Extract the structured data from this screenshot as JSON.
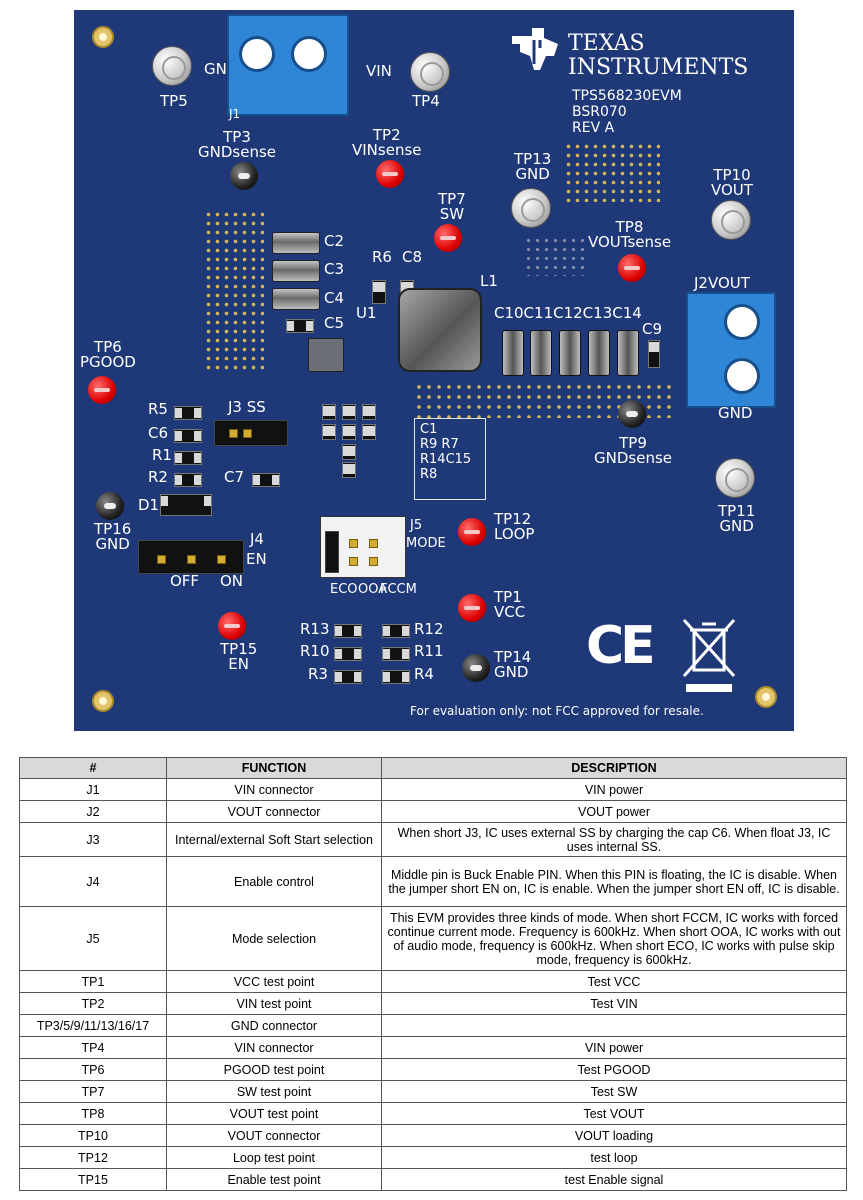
{
  "board": {
    "brand": [
      "TEXAS",
      "INSTRUMENTS"
    ],
    "model": "TPS568230EVM",
    "code": "BSR070",
    "rev": "REV A",
    "footer": "For evaluation only: not FCC approved for resale.",
    "labels": {
      "gnd_j1": "GN",
      "vin": "VIN",
      "tp5": "TP5",
      "j1": "J1",
      "tp4": "TP4",
      "tp3": [
        "TP3",
        "GNDsense"
      ],
      "tp2": [
        "TP2",
        "VINsense"
      ],
      "tp13": [
        "TP13",
        "GND"
      ],
      "tp10": [
        "TP10",
        "VOUT"
      ],
      "tp7": [
        "TP7",
        "SW"
      ],
      "tp8": [
        "TP8",
        "VOUTsense"
      ],
      "c2": "C2",
      "c3": "C3",
      "c4": "C4",
      "c5": "C5",
      "r6": "R6",
      "c8": "C8",
      "l1": "L1",
      "u1": "U1",
      "c10_c14": "C10C11C12C13C14",
      "c9": "C9",
      "j2vout": "J2VOUT",
      "gnd_j2": "GND",
      "tp6": [
        "TP6",
        "PGOOD"
      ],
      "r5": "R5",
      "c6": "C6",
      "r1": "R1",
      "r2": "R2",
      "c7": "C7",
      "d1": "D1",
      "j3ss": "J3 SS",
      "side_box": [
        "C1",
        "R9  R7",
        "R14C15",
        "R8"
      ],
      "tp9": [
        "TP9",
        "GNDsense"
      ],
      "tp11": [
        "TP11",
        "GND"
      ],
      "tp16": [
        "TP16",
        "GND"
      ],
      "j4": "J4",
      "en": "EN",
      "off": "OFF",
      "on": "ON",
      "j5": "J5",
      "mode": "MODE",
      "fccm": "FCCM",
      "ooa": "OOA",
      "eco": "ECO",
      "tp12": [
        "TP12",
        "LOOP"
      ],
      "tp1": [
        "TP1",
        "VCC"
      ],
      "tp15": [
        "TP15",
        "EN"
      ],
      "tp14": [
        "TP14",
        "GND"
      ],
      "r13": "R13",
      "r12": "R12",
      "r10": "R10",
      "r11": "R11",
      "r3": "R3",
      "r4": "R4",
      "ce": "CE"
    }
  },
  "table": {
    "headers": [
      "#",
      "FUNCTION",
      "DESCRIPTION"
    ],
    "rows": [
      [
        "J1",
        "VIN connector",
        "VIN power"
      ],
      [
        "J2",
        "VOUT connector",
        "VOUT power"
      ],
      [
        "J3",
        "Internal/external Soft Start selection",
        "When short J3, IC uses external SS by charging the cap C6. When float J3, IC uses internal SS."
      ],
      [
        "J4",
        "Enable control",
        "Middle pin is Buck Enable PIN. When this PIN is floating, the IC is disable. When the jumper short EN on, IC is enable. When the jumper short EN off, IC is disable."
      ],
      [
        "J5",
        "Mode selection",
        "This EVM provides three kinds of mode. When short FCCM, IC works with forced continue current mode. Frequency is 600kHz. When short OOA, IC works with out of audio mode, frequency is 600kHz. When short ECO, IC works with pulse skip mode, frequency is 600kHz."
      ],
      [
        "TP1",
        "VCC test point",
        "Test VCC"
      ],
      [
        "TP2",
        "VIN test point",
        "Test VIN"
      ],
      [
        "TP3/5/9/11/13/16/17",
        "GND connector",
        ""
      ],
      [
        "TP4",
        "VIN connector",
        "VIN power"
      ],
      [
        "TP6",
        "PGOOD test point",
        "Test PGOOD"
      ],
      [
        "TP7",
        "SW test point",
        "Test SW"
      ],
      [
        "TP8",
        "VOUT test point",
        "Test VOUT"
      ],
      [
        "TP10",
        "VOUT connector",
        "VOUT loading"
      ],
      [
        "TP12",
        "Loop test point",
        "test loop"
      ],
      [
        "TP15",
        "Enable test point",
        "test Enable signal"
      ]
    ]
  }
}
